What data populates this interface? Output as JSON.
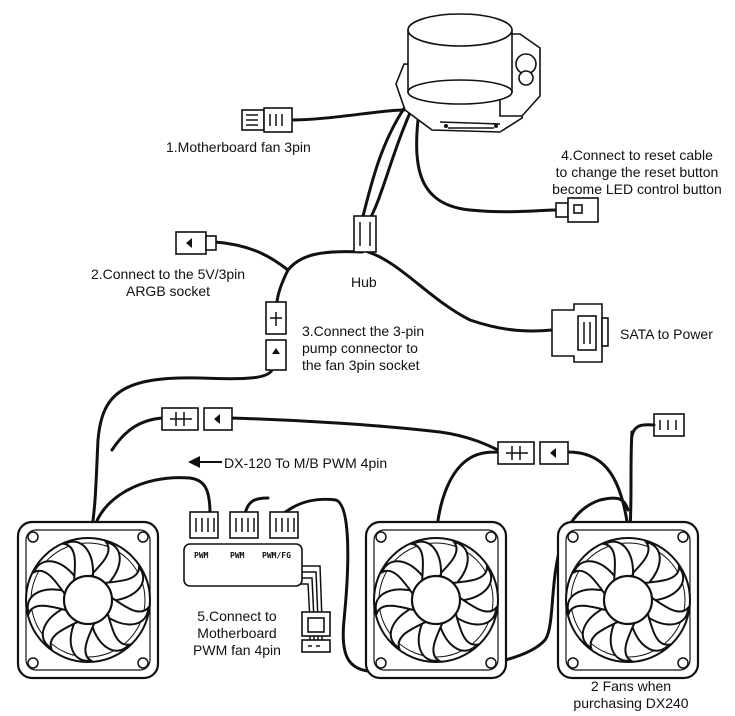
{
  "labels": {
    "motherboard_fan_3pin": "1.Motherboard fan 3pin",
    "reset_cable": "4.Connect to reset cable\nto change the reset button\nbecome LED control button",
    "argb_socket": "2.Connect to the 5V/3pin\nARGB socket",
    "hub": "Hub",
    "pump_connector": "3.Connect the 3-pin\npump connector to\nthe fan 3pin socket",
    "sata_power": "SATA to Power",
    "dx120": "DX-120 To M/B PWM 4pin",
    "motherboard_pwm": "5.Connect to\nMotherboard\nPWM fan 4pin",
    "two_fans": "2 Fans when\npurchasing DX240"
  },
  "pwm_hub_ports": [
    "PWM",
    "PWM",
    "PWM/FG"
  ],
  "icons": [
    "pump-icon",
    "fan-icon",
    "arrow-left-icon",
    "sata-connector-icon"
  ]
}
